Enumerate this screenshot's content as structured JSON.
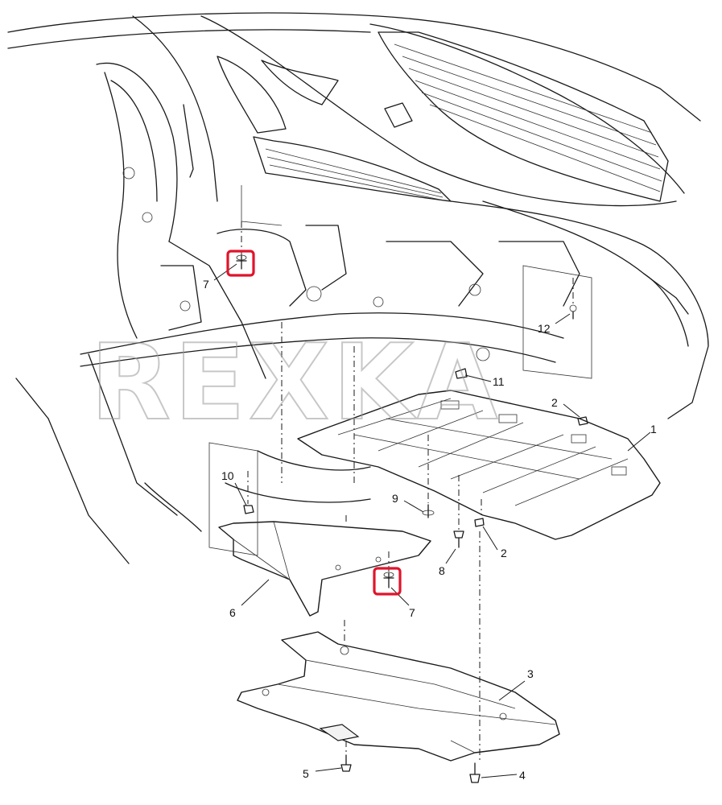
{
  "watermark": "REXKA",
  "highlight_color": "#e0142c",
  "callouts": [
    {
      "id": "c1",
      "label": "1"
    },
    {
      "id": "c2a",
      "label": "2"
    },
    {
      "id": "c2b",
      "label": "2"
    },
    {
      "id": "c3",
      "label": "3"
    },
    {
      "id": "c4",
      "label": "4"
    },
    {
      "id": "c5",
      "label": "5"
    },
    {
      "id": "c6",
      "label": "6"
    },
    {
      "id": "c7a",
      "label": "7"
    },
    {
      "id": "c7b",
      "label": "7"
    },
    {
      "id": "c8",
      "label": "8"
    },
    {
      "id": "c9",
      "label": "9"
    },
    {
      "id": "c10",
      "label": "10"
    },
    {
      "id": "c11",
      "label": "11"
    },
    {
      "id": "c12",
      "label": "12"
    }
  ]
}
